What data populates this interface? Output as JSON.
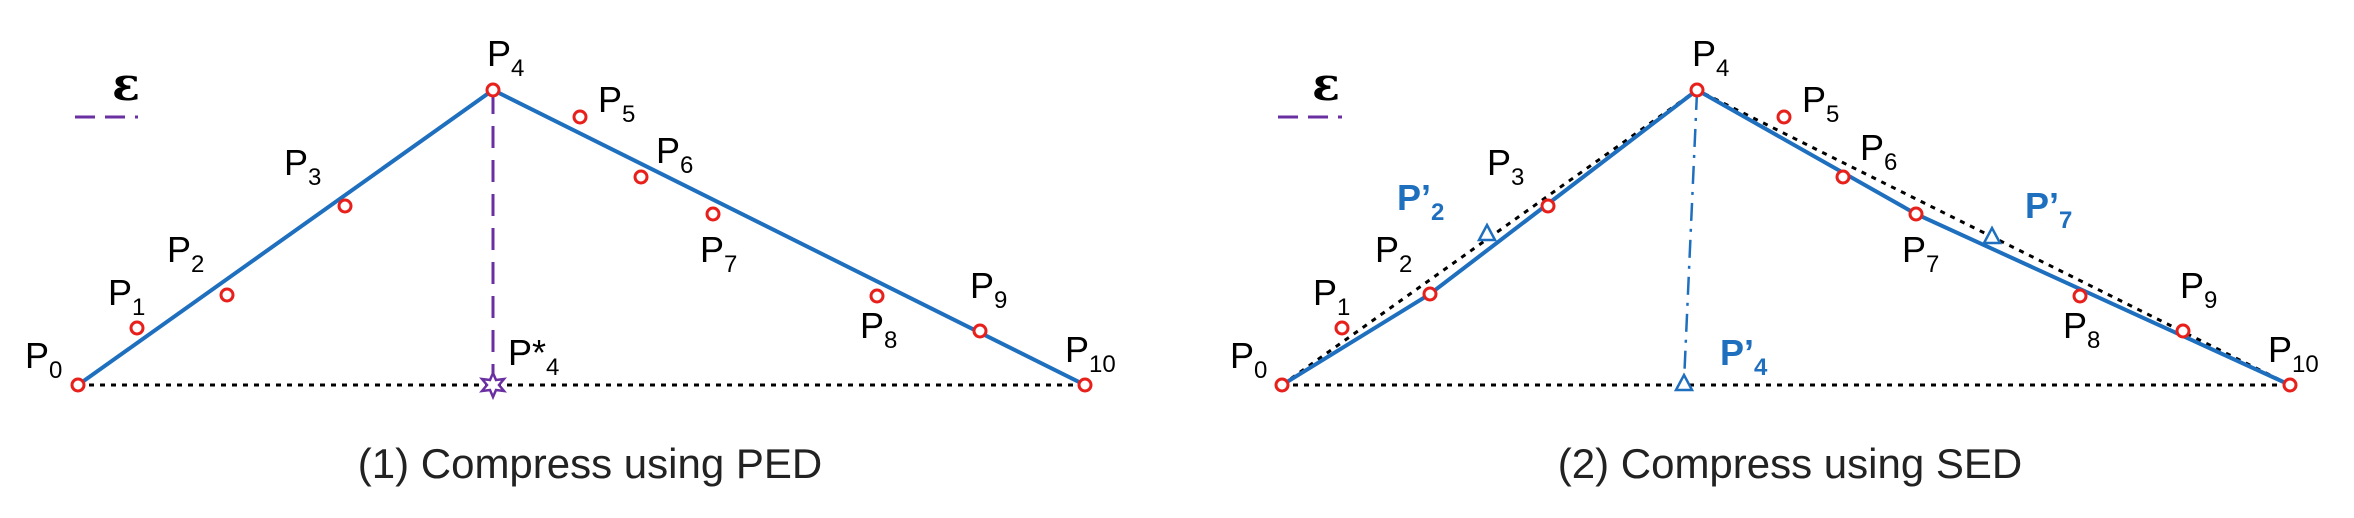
{
  "colors": {
    "polyline": "#1f6fbf",
    "point": "#e8201c",
    "epsilon": "#6a2fa0",
    "baseline": "#000000",
    "approx": "#1f6fbf"
  },
  "panels": [
    {
      "caption": "(1) Compress using PED",
      "epsilon_label": "ε",
      "labels": {
        "P0": "P",
        "P0sub": "0",
        "P1": "P",
        "P1sub": "1",
        "P2": "P",
        "P2sub": "2",
        "P3": "P",
        "P3sub": "3",
        "P4": "P",
        "P4sub": "4",
        "P5": "P",
        "P5sub": "5",
        "P6": "P",
        "P6sub": "6",
        "P7": "P",
        "P7sub": "7",
        "P8": "P",
        "P8sub": "8",
        "P9": "P",
        "P9sub": "9",
        "P10": "P",
        "P10sub": "10",
        "Pstar4": "P*",
        "Pstar4sub": "4"
      }
    },
    {
      "caption": "(2) Compress using SED",
      "epsilon_label": "ε",
      "labels": {
        "P0": "P",
        "P0sub": "0",
        "P1": "P",
        "P1sub": "1",
        "P2": "P",
        "P2sub": "2",
        "P3": "P",
        "P3sub": "3",
        "P4": "P",
        "P4sub": "4",
        "P5": "P",
        "P5sub": "5",
        "P6": "P",
        "P6sub": "6",
        "P7": "P",
        "P7sub": "7",
        "P8": "P",
        "P8sub": "8",
        "P9": "P",
        "P9sub": "9",
        "P10": "P",
        "P10sub": "10",
        "Pp2": "P’",
        "Pp2sub": "2",
        "Pp4": "P’",
        "Pp4sub": "4",
        "Pp7": "P’",
        "Pp7sub": "7"
      }
    }
  ]
}
